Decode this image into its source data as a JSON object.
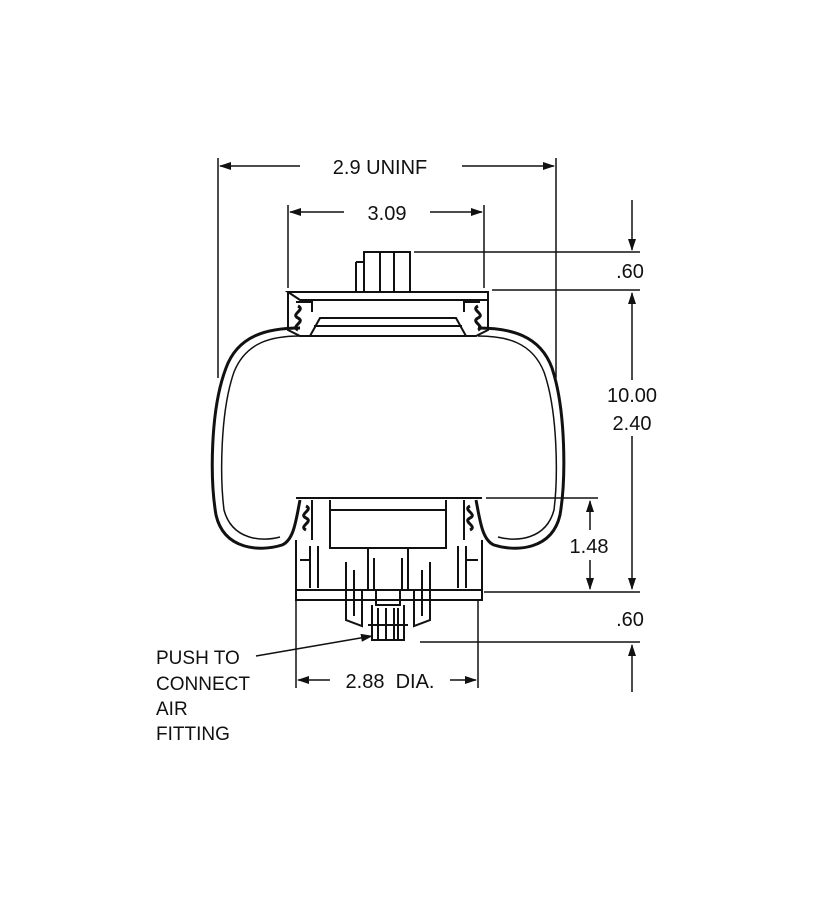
{
  "dimensions": {
    "overall_width": "2.9 UNINF",
    "top_plate_width": "3.09",
    "top_stud_height": ".60",
    "height_primary": "10.00",
    "height_secondary": "2.40",
    "lower_height": "1.48",
    "bottom_stud_height": ".60",
    "base_diameter": "2.88  DIA."
  },
  "callout": {
    "lines": [
      "PUSH TO",
      "CONNECT",
      "AIR",
      "FITTING"
    ]
  },
  "colors": {
    "line": "#111111",
    "background": "#ffffff"
  }
}
